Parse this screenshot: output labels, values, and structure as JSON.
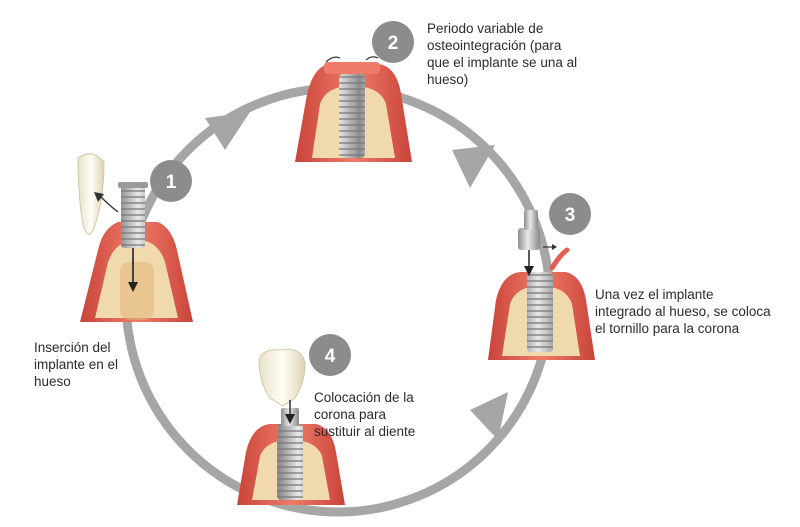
{
  "steps": [
    {
      "number": "1",
      "caption": "Inserción del\nimplante en el\nhueso"
    },
    {
      "number": "2",
      "caption": "Periodo variable de\nosteointegración (para\nque el implante se una al\nhueso)"
    },
    {
      "number": "3",
      "caption": "Una vez el implante\nintegrado al hueso, se coloca\nel tornillo para la corona"
    },
    {
      "number": "4",
      "caption": "Colocación de la\ncorona para\nsustituir al diente"
    }
  ],
  "colors": {
    "cycle": "#a6a6a6",
    "badge": "#8c8c8c",
    "gum": "#e2604f",
    "gum_dark": "#c9443a",
    "bone": "#efd9ad",
    "metal": "#bdbdbd",
    "tooth": "#f6f1e2"
  }
}
